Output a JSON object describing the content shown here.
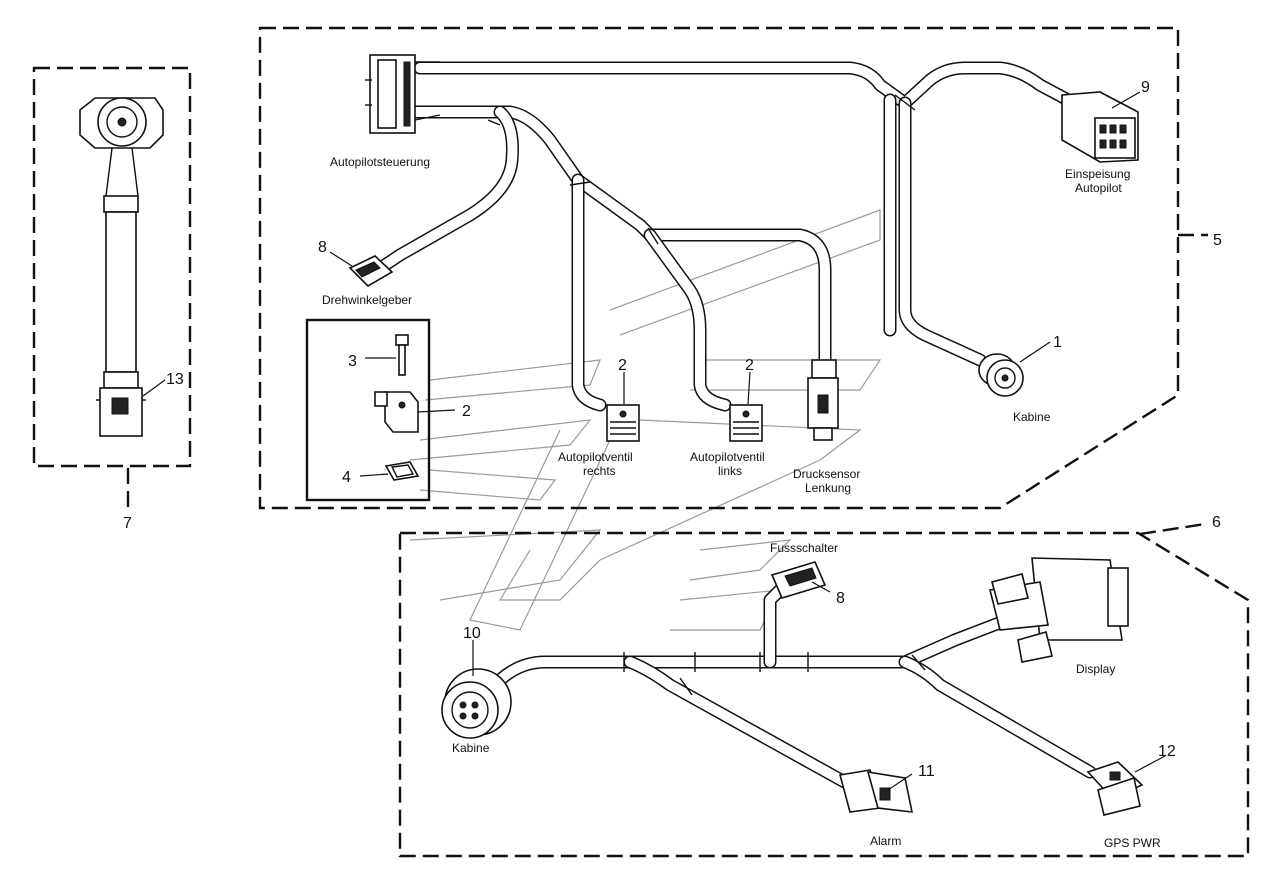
{
  "labels": {
    "autopilotsteuerung": "Autopilotsteuerung",
    "drehwinkelgeber": "Drehwinkelgeber",
    "einspeisung_1": "Einspeisung",
    "einspeisung_2": "Autopilot",
    "kabine_top": "Kabine",
    "ventil_rechts_1": "Autopilotventil",
    "ventil_rechts_2": "rechts",
    "ventil_links_1": "Autopilotventil",
    "ventil_links_2": "links",
    "drucksensor_1": "Drucksensor",
    "drucksensor_2": "Lenkung",
    "fussschalter": "Fussschalter",
    "display": "Display",
    "kabine_bottom": "Kabine",
    "alarm": "Alarm",
    "gps_pwr": "GPS PWR"
  },
  "callouts": {
    "c1": "1",
    "c2_box": "2",
    "c2_right": "2",
    "c2_left": "2",
    "c3": "3",
    "c4": "4",
    "c5": "5",
    "c6": "6",
    "c7": "7",
    "c8_top": "8",
    "c8_bottom": "8",
    "c9": "9",
    "c10": "10",
    "c11": "11",
    "c12": "12",
    "c13": "13"
  }
}
